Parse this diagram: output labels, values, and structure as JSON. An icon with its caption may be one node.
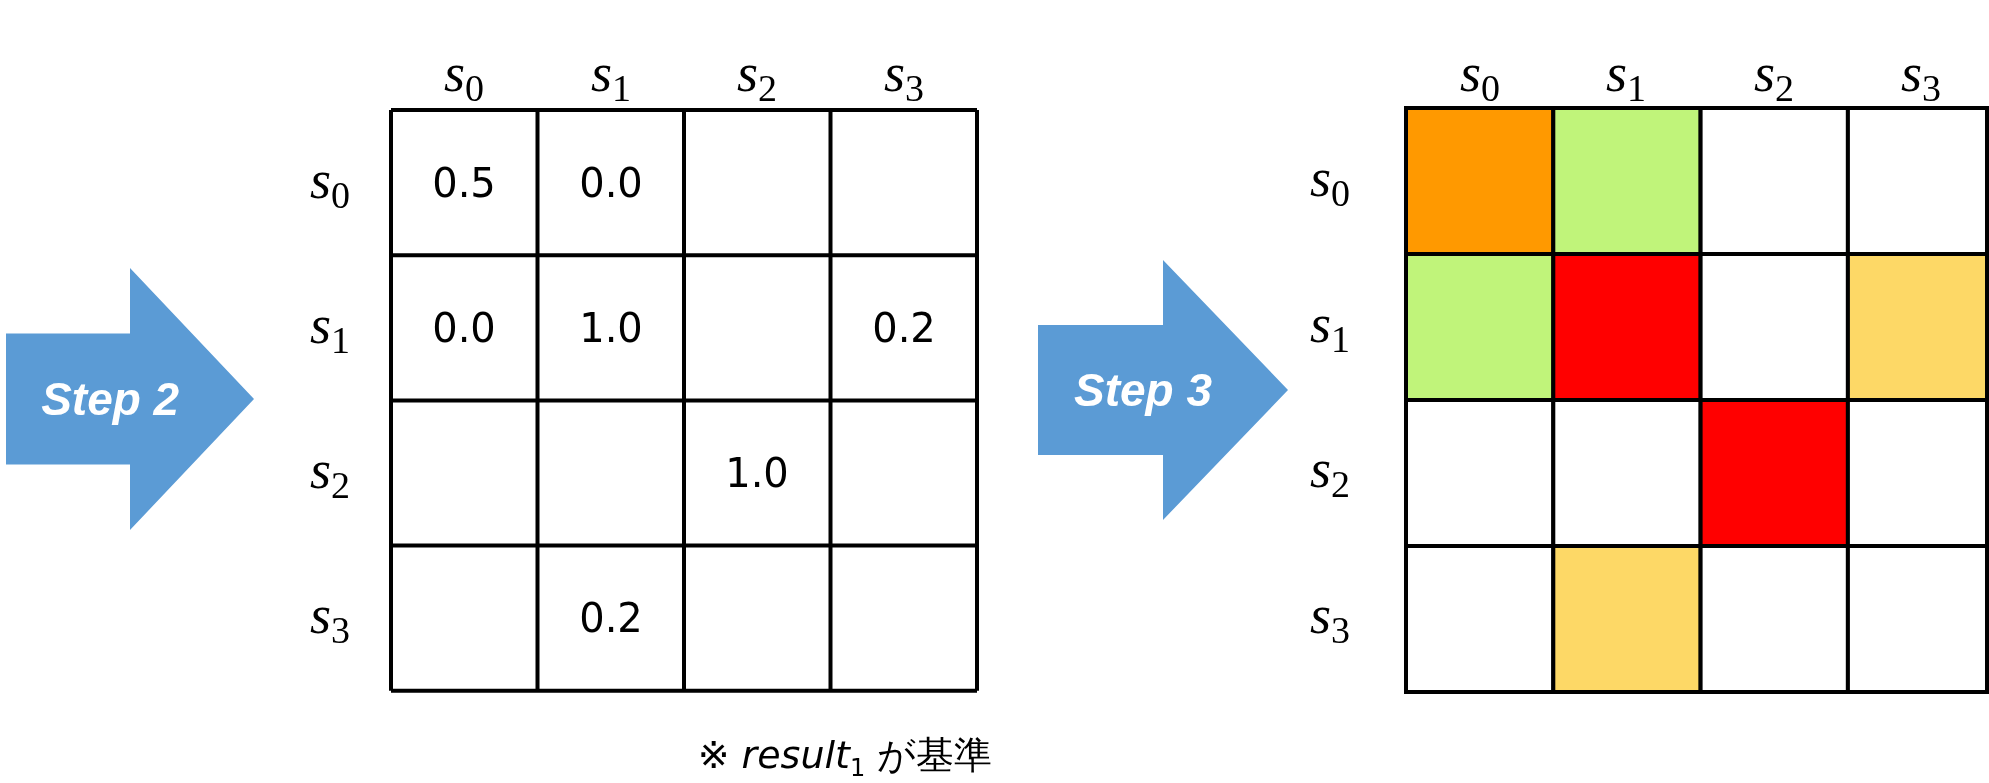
{
  "diagram": {
    "nodes": [
      {
        "text": [
          "Step 2"
        ]
      },
      {
        "text": [
          "Step 3"
        ]
      }
    ],
    "labels": [
      "*s*$_{0}$",
      "*s*$_{1}$",
      "*s*$_{2}$",
      "*s*$_{3}$",
      "*s*$_{0}$",
      "0.5",
      "0.0",
      "*s*$_{1}$",
      "0.0",
      "1.0",
      "0.2",
      "*s*$_{2}$",
      "1.0",
      "*s*$_{3}$",
      "0.2",
      "※ *result*$_{1}$ が基準",
      "*s*$_{0}$",
      "*s*$_{1}$",
      "*s*$_{2}$",
      "*s*$_{3}$",
      "*s*$_{0}$",
      "*s*$_{1}$",
      "*s*$_{2}$",
      "*s*$_{3}$"
    ]
  }
}
